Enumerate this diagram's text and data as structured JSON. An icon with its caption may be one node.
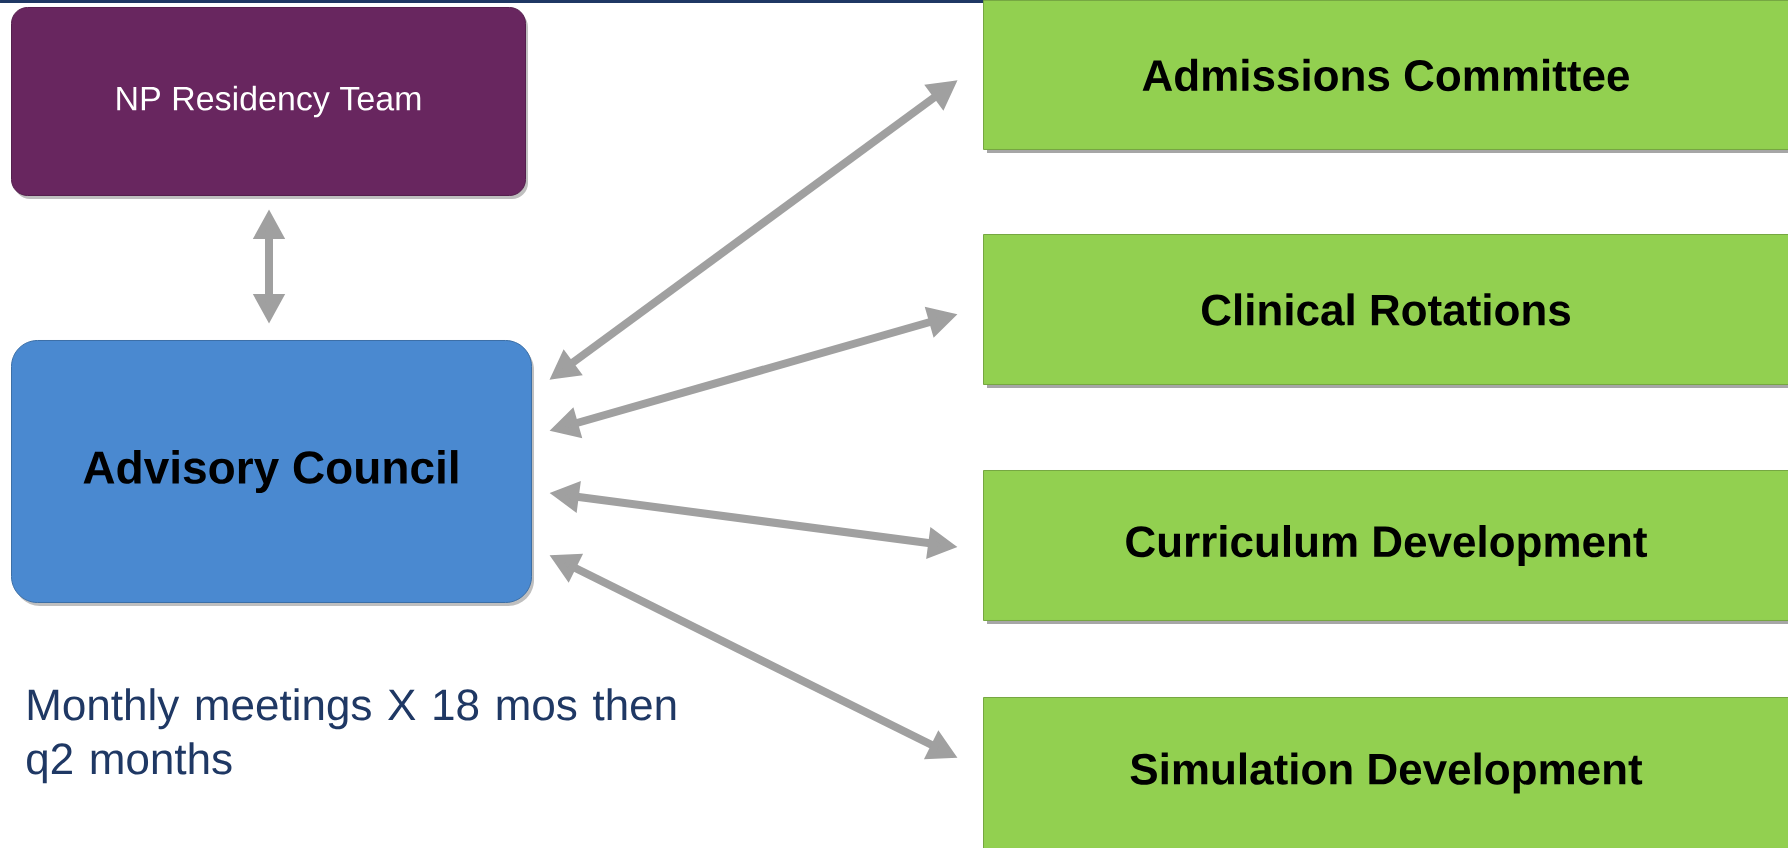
{
  "diagram": {
    "nodes": [
      {
        "text": [
          "NP Residency Team"
        ]
      },
      {
        "text": [
          "Advisory Council"
        ]
      },
      {
        "text": [
          "Admissions Committee"
        ]
      },
      {
        "text": [
          "Clinical Rotations"
        ]
      },
      {
        "text": [
          "Curriculum Development"
        ]
      },
      {
        "text": [
          "Simulation Development"
        ]
      }
    ],
    "edges": [
      {
        "from": 0,
        "to": 1,
        "arrow": "both"
      },
      {
        "from": 1,
        "to": 2,
        "arrow": "both"
      },
      {
        "from": 1,
        "to": 3,
        "arrow": "both"
      },
      {
        "from": 1,
        "to": 4,
        "arrow": "both"
      },
      {
        "from": 1,
        "to": 5,
        "arrow": "both"
      }
    ],
    "labels": [
      "Monthly meetings X 18 mos then q2 months"
    ]
  }
}
